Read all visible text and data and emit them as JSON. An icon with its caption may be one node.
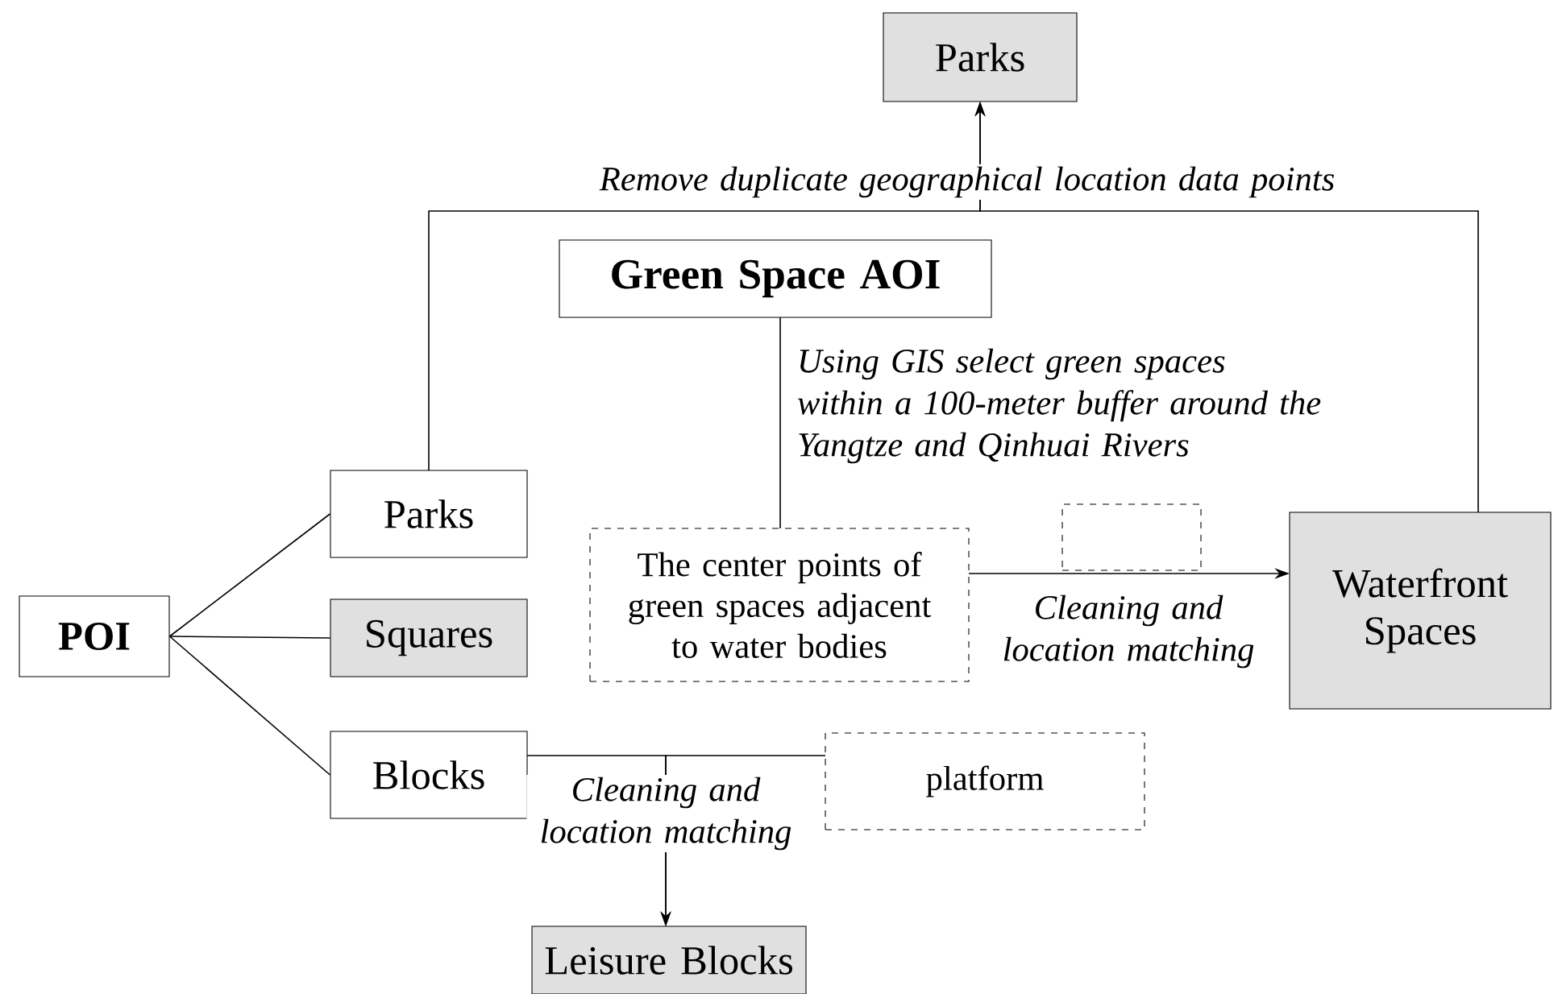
{
  "diagram": {
    "nodes": [
      {
        "text": [
          "Parks"
        ]
      },
      {
        "text": [
          "Green Space AOI"
        ]
      },
      {
        "text": [
          "POI"
        ]
      },
      {
        "text": [
          "Parks"
        ]
      },
      {
        "text": [
          "Squares"
        ]
      },
      {
        "text": [
          "Blocks"
        ]
      },
      {
        "text": [
          "The center points of green spaces adjacent to water bodies"
        ]
      },
      {
        "text": [],
        "shape": "box"
      },
      {
        "text": [
          "Waterfront Spaces"
        ]
      },
      {
        "text": [
          "platform"
        ]
      },
      {
        "text": [
          "Leisure Blocks"
        ]
      }
    ],
    "edges": [
      {
        "from": 3,
        "to": 0,
        "arrow": "to",
        "label": "Remove duplicate geographical location data points"
      },
      {
        "from": 8,
        "to": 0,
        "arrow": "to"
      },
      {
        "from": 1,
        "to": 6,
        "arrow": "none",
        "label": "Using GIS select green spaces within a 100-meter buffer around the Yangtze and Qinhuai Rivers"
      },
      {
        "from": 2,
        "to": 3,
        "arrow": "none"
      },
      {
        "from": 2,
        "to": 4,
        "arrow": "none"
      },
      {
        "from": 2,
        "to": 5,
        "arrow": "none"
      },
      {
        "from": 6,
        "to": 8,
        "arrow": "to",
        "label": "Cleaning and location matching"
      },
      {
        "from": 5,
        "to": 10,
        "arrow": "to",
        "label": "Cleaning and location matching"
      },
      {
        "from": 9,
        "to": 10,
        "arrow": "to"
      }
    ]
  }
}
